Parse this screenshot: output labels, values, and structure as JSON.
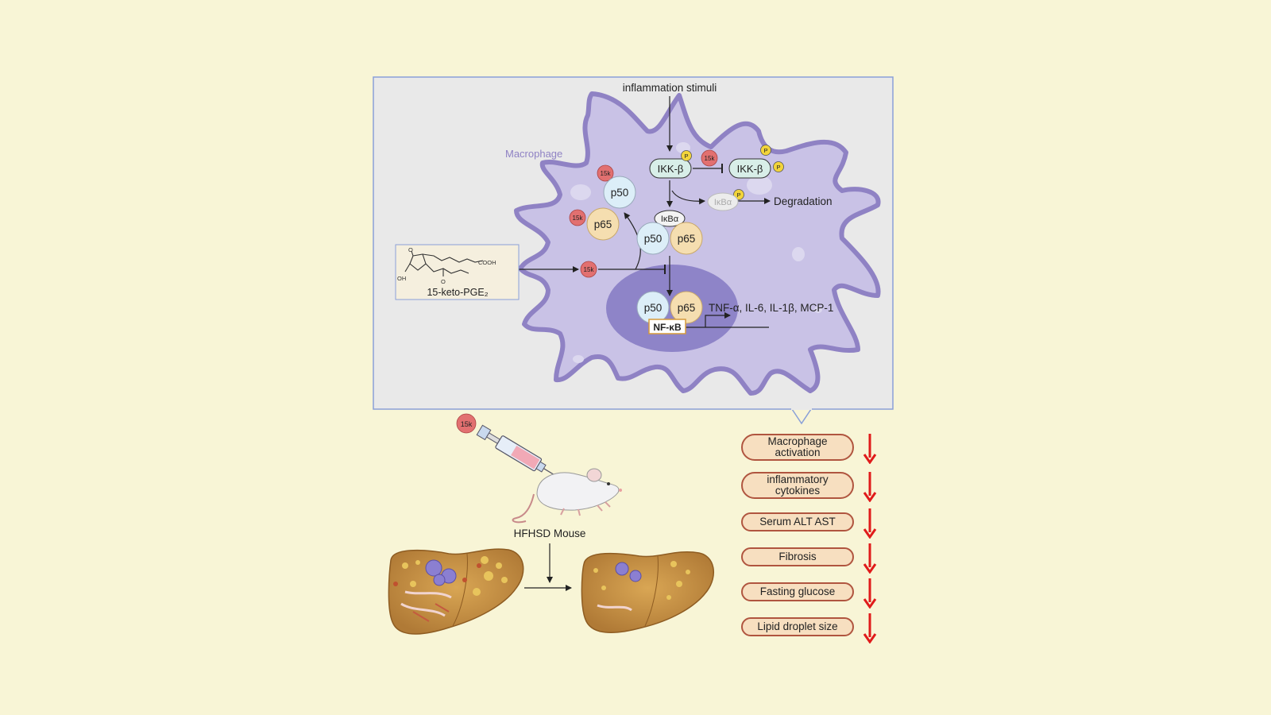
{
  "diagram": {
    "inflammation_stimuli": "inflammation stimuli",
    "macrophage_label": "Macrophage",
    "ikk_beta": "IKK-β",
    "phospho": "P",
    "compound_tag": "15k",
    "ikba": "IκBα",
    "degradation": "Degradation",
    "p50": "p50",
    "p65": "p65",
    "nfkb": "NF-κB",
    "cytokines": "TNF-α, IL-6, IL-1β, MCP-1",
    "compound_name": "15-keto-PGE₂",
    "struct_cooh": "COOH",
    "struct_oh": "OH",
    "struct_o": "O",
    "mouse_label": "HFHSD Mouse"
  },
  "outcomes": [
    {
      "line1": "Macrophage",
      "line2": "activation",
      "trend": "down"
    },
    {
      "line1": "inflammatory",
      "line2": "cytokines",
      "trend": "down"
    },
    {
      "line1": "Serum ALT AST",
      "line2": "",
      "trend": "down"
    },
    {
      "line1": "Fibrosis",
      "line2": "",
      "trend": "down"
    },
    {
      "line1": "Fasting glucose",
      "line2": "",
      "trend": "down"
    },
    {
      "line1": "Lipid droplet size",
      "line2": "",
      "trend": "down"
    }
  ],
  "colors": {
    "background": "#f8f5d6",
    "panel": "#e9e9e9",
    "panel_border": "#8aa0d8",
    "cell": "#c9c2e6",
    "cell_outline": "#8f82c4",
    "nucleus": "#8e84c8",
    "compound_badge": "#e27070",
    "phospho_badge": "#f2d43a",
    "p50": "#dceef8",
    "p65": "#f5deb0",
    "outcome_fill": "#f7dfc0",
    "outcome_border": "#b0553f",
    "down_arrow": "#e01b1b"
  }
}
